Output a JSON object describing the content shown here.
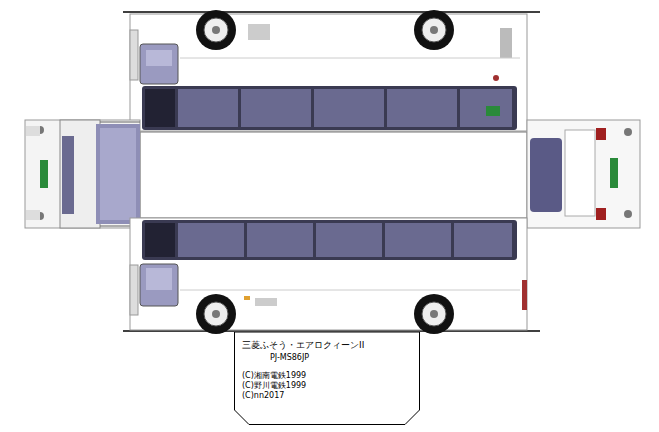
{
  "diagram": {
    "nodes": [
      {
        "text": [
          "三菱ふそう・エアロクィーンII",
          "PJ-MS86JP",
          "(C)湘南電鉄1999",
          "(C)野川電鉄1999",
          "(C)nn2017"
        ]
      }
    ]
  }
}
